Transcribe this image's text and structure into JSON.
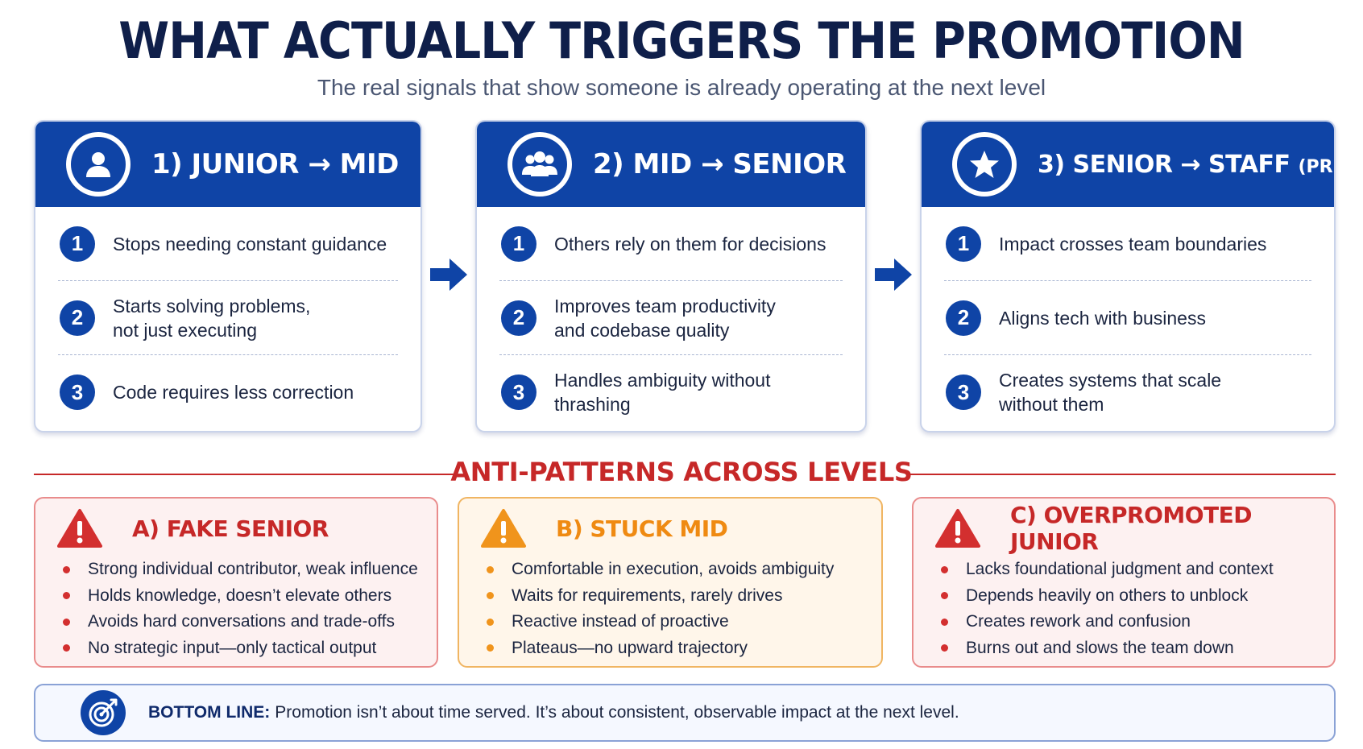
{
  "title": "WHAT ACTUALLY TRIGGERS THE PROMOTION",
  "subtitle": "The real signals that show someone is already operating at the next level",
  "levels": [
    {
      "icon": "person-icon",
      "title": "1) JUNIOR → MID",
      "title_suffix": "",
      "items": [
        {
          "num": "1",
          "text": "Stops needing constant guidance"
        },
        {
          "num": "2",
          "text": "Starts solving problems,\nnot just executing"
        },
        {
          "num": "3",
          "text": "Code requires less correction"
        }
      ]
    },
    {
      "icon": "group-icon",
      "title": "2) MID → SENIOR",
      "title_suffix": "",
      "items": [
        {
          "num": "1",
          "text": "Others rely on them for decisions"
        },
        {
          "num": "2",
          "text": "Improves team productivity\nand codebase quality"
        },
        {
          "num": "3",
          "text": "Handles ambiguity without thrashing"
        }
      ]
    },
    {
      "icon": "star-icon",
      "title": "3) SENIOR → STAFF",
      "title_suffix": "(PREVIEW)",
      "items": [
        {
          "num": "1",
          "text": "Impact crosses team boundaries"
        },
        {
          "num": "2",
          "text": "Aligns tech with business"
        },
        {
          "num": "3",
          "text": "Creates systems that scale\nwithout them"
        }
      ]
    }
  ],
  "anti_patterns": {
    "heading": "ANTI-PATTERNS ACROSS LEVELS",
    "cards": [
      {
        "title": "A) FAKE SENIOR",
        "color": "#c62828",
        "bullets": [
          "Strong individual contributor, weak influence",
          "Holds knowledge, doesn’t elevate others",
          "Avoids hard conversations and trade-offs",
          "No strategic input—only tactical output"
        ]
      },
      {
        "title": "B) STUCK MID",
        "color": "#ef8a12",
        "bullets": [
          "Comfortable in execution, avoids ambiguity",
          "Waits for requirements, rarely drives",
          "Reactive instead of proactive",
          "Plateaus—no upward trajectory"
        ]
      },
      {
        "title": "C) OVERPROMOTED JUNIOR",
        "color": "#c62828",
        "bullets": [
          "Lacks foundational judgment and context",
          "Depends heavily on others to unblock",
          "Creates rework and confusion",
          "Burns out and slows the team down"
        ]
      }
    ]
  },
  "bottom_line": {
    "label": "BOTTOM LINE:",
    "text": "Promotion isn’t about time served. It’s about consistent, observable impact at the next level."
  },
  "colors": {
    "primary": "#0f44a6",
    "title": "#0f1f4a",
    "danger": "#c62828",
    "warning": "#ef8a12"
  }
}
